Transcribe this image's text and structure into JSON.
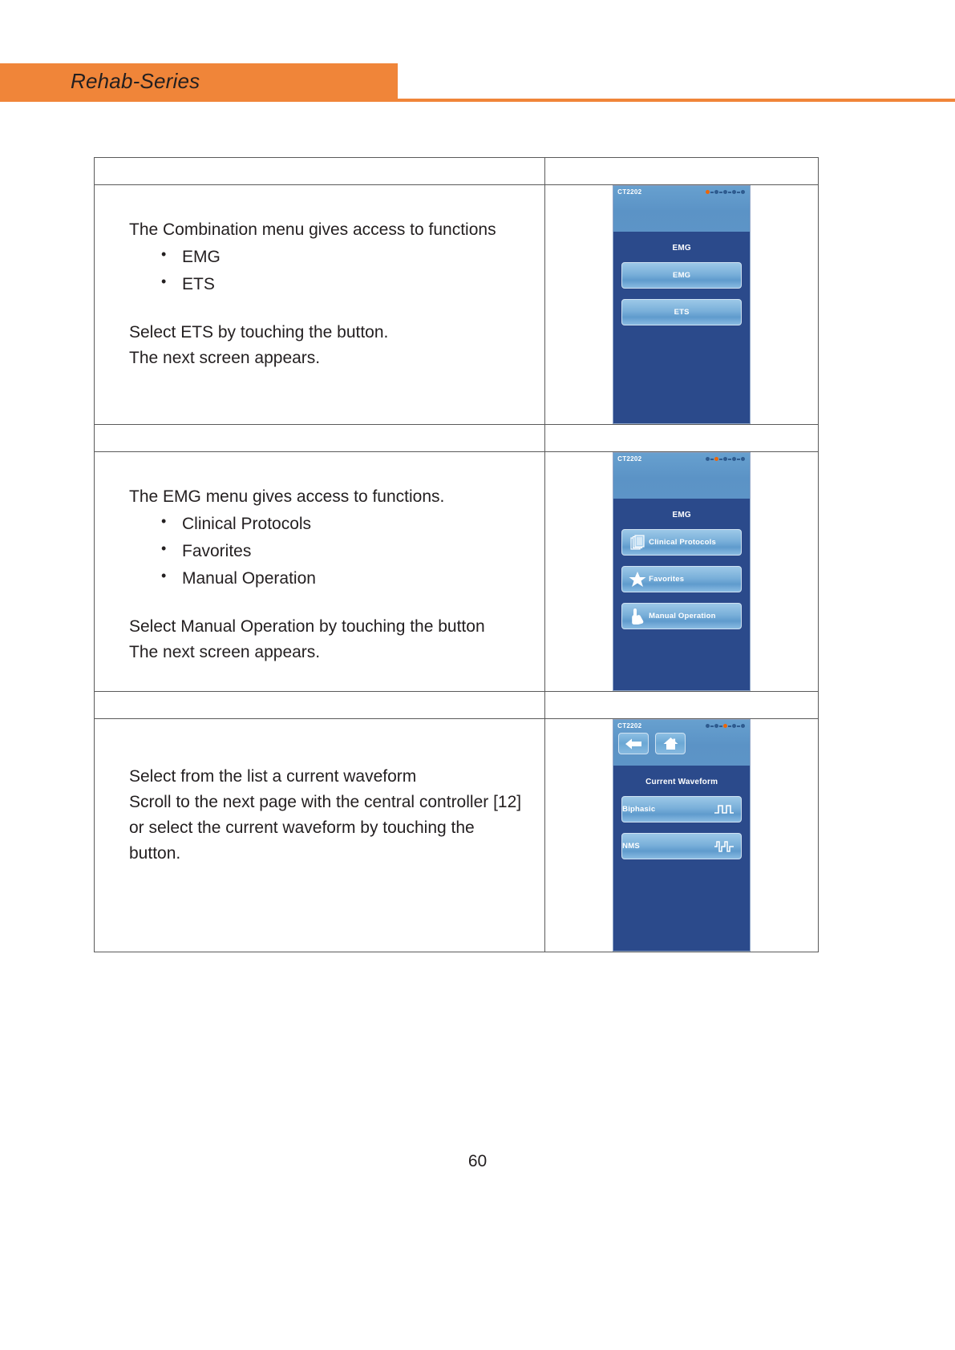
{
  "header": {
    "title": "Rehab-Series",
    "band_color": "#f08539"
  },
  "page": {
    "number": "60"
  },
  "rows": [
    {
      "text": {
        "intro": "The Combination menu gives access to functions",
        "bullets": [
          "EMG",
          "ETS"
        ],
        "line1": "Select ETS by touching the button.",
        "line2": "The next screen appears."
      },
      "device": {
        "model": "CT2202",
        "screen_title": "EMG",
        "buttons": [
          {
            "label": "EMG",
            "icon": "none"
          },
          {
            "label": "ETS",
            "icon": "none"
          }
        ],
        "led_active_index": 0
      }
    },
    {
      "text": {
        "intro": "The EMG menu gives access to functions.",
        "bullets": [
          "Clinical Protocols",
          "Favorites",
          "Manual Operation"
        ],
        "line1": "Select Manual Operation by touching the button",
        "line2": "The next screen appears."
      },
      "device": {
        "model": "CT2202",
        "screen_title": "EMG",
        "buttons": [
          {
            "label": "Clinical Protocols",
            "icon": "documents-icon"
          },
          {
            "label": "Favorites",
            "icon": "star-icon"
          },
          {
            "label": "Manual Operation",
            "icon": "hand-pointer-icon"
          }
        ],
        "led_active_index": 1
      }
    },
    {
      "text": {
        "intro": "Select from the list a current waveform",
        "bullets": [],
        "line1": "Scroll to the next page with the central controller [12]",
        "line2": "or select the current waveform by touching the button."
      },
      "device": {
        "model": "CT2202",
        "screen_title": "Current Waveform",
        "nav_buttons": [
          {
            "name": "back-button",
            "icon": "arrow-left-icon"
          },
          {
            "name": "home-button",
            "icon": "home-icon"
          }
        ],
        "buttons": [
          {
            "label": "Biphasic",
            "icon": "waveform-biphasic-icon"
          },
          {
            "label": "NMS",
            "icon": "waveform-nms-icon"
          }
        ],
        "led_active_index": 2
      }
    }
  ]
}
